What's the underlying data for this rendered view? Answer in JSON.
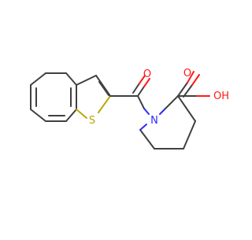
{
  "molecule": {
    "atom_labels": {
      "sulfur": "S",
      "nitrogen": "N",
      "carbonyl_oxygen": "O",
      "hydroxyl": "OH"
    },
    "colors": {
      "bond": "#404040",
      "sulfur": "#b8a800",
      "nitrogen": "#2a2aff",
      "oxygen": "#ff1a1a",
      "background": "#ffffff"
    }
  }
}
